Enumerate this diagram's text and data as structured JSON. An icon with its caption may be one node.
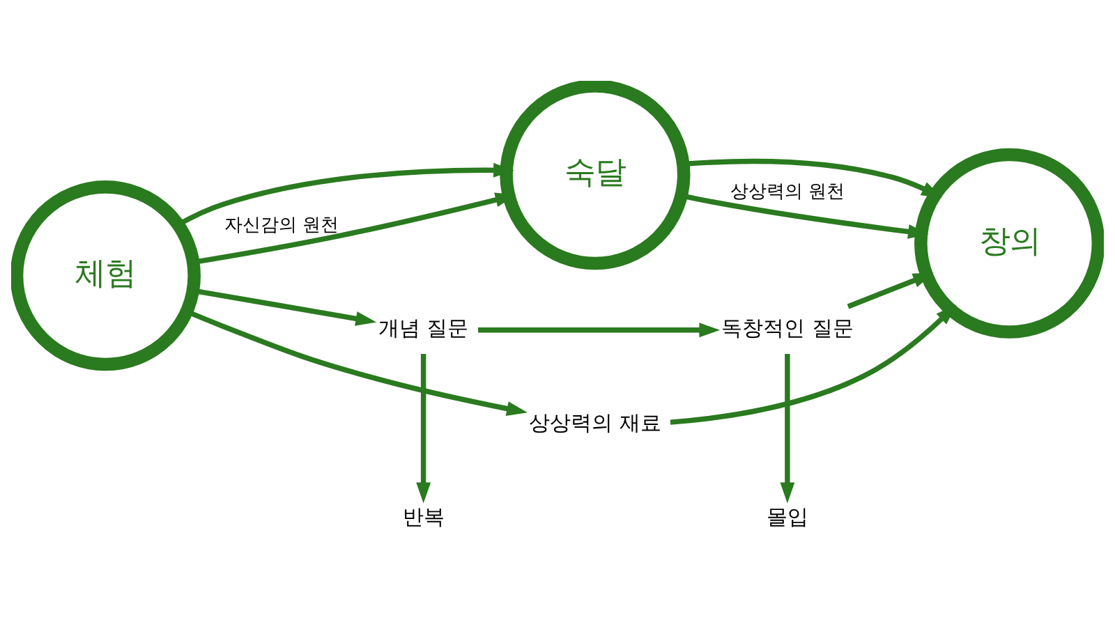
{
  "diagram": {
    "nodes": [
      {
        "text": [
          "체험"
        ]
      },
      {
        "text": [
          "숙달"
        ]
      },
      {
        "text": [
          "창의"
        ]
      },
      {
        "text": [
          "개념 질문"
        ]
      },
      {
        "text": [
          "반복"
        ]
      },
      {
        "text": [
          "독창적인 질문"
        ]
      },
      {
        "text": [
          "몰입"
        ]
      },
      {
        "text": [
          "상상력의 재료"
        ]
      }
    ],
    "edges": [
      {
        "from": 0,
        "to": 3,
        "arrow": "to"
      },
      {
        "from": 3,
        "to": 5,
        "arrow": "to"
      },
      {
        "from": 5,
        "to": 2,
        "arrow": "to"
      },
      {
        "from": 3,
        "to": 4,
        "arrow": "to"
      },
      {
        "from": 5,
        "to": 6,
        "arrow": "to"
      },
      {
        "from": 0,
        "to": 1,
        "arrow": "to"
      },
      {
        "from": 0,
        "to": 1,
        "arrow": "to",
        "label": "자신감의 원천"
      },
      {
        "from": 1,
        "to": 2,
        "arrow": "to"
      },
      {
        "from": 1,
        "to": 2,
        "arrow": "to",
        "label": "상상력의 원천"
      },
      {
        "from": 0,
        "to": 7,
        "arrow": "to"
      },
      {
        "from": 7,
        "to": 2,
        "arrow": "to"
      }
    ]
  }
}
